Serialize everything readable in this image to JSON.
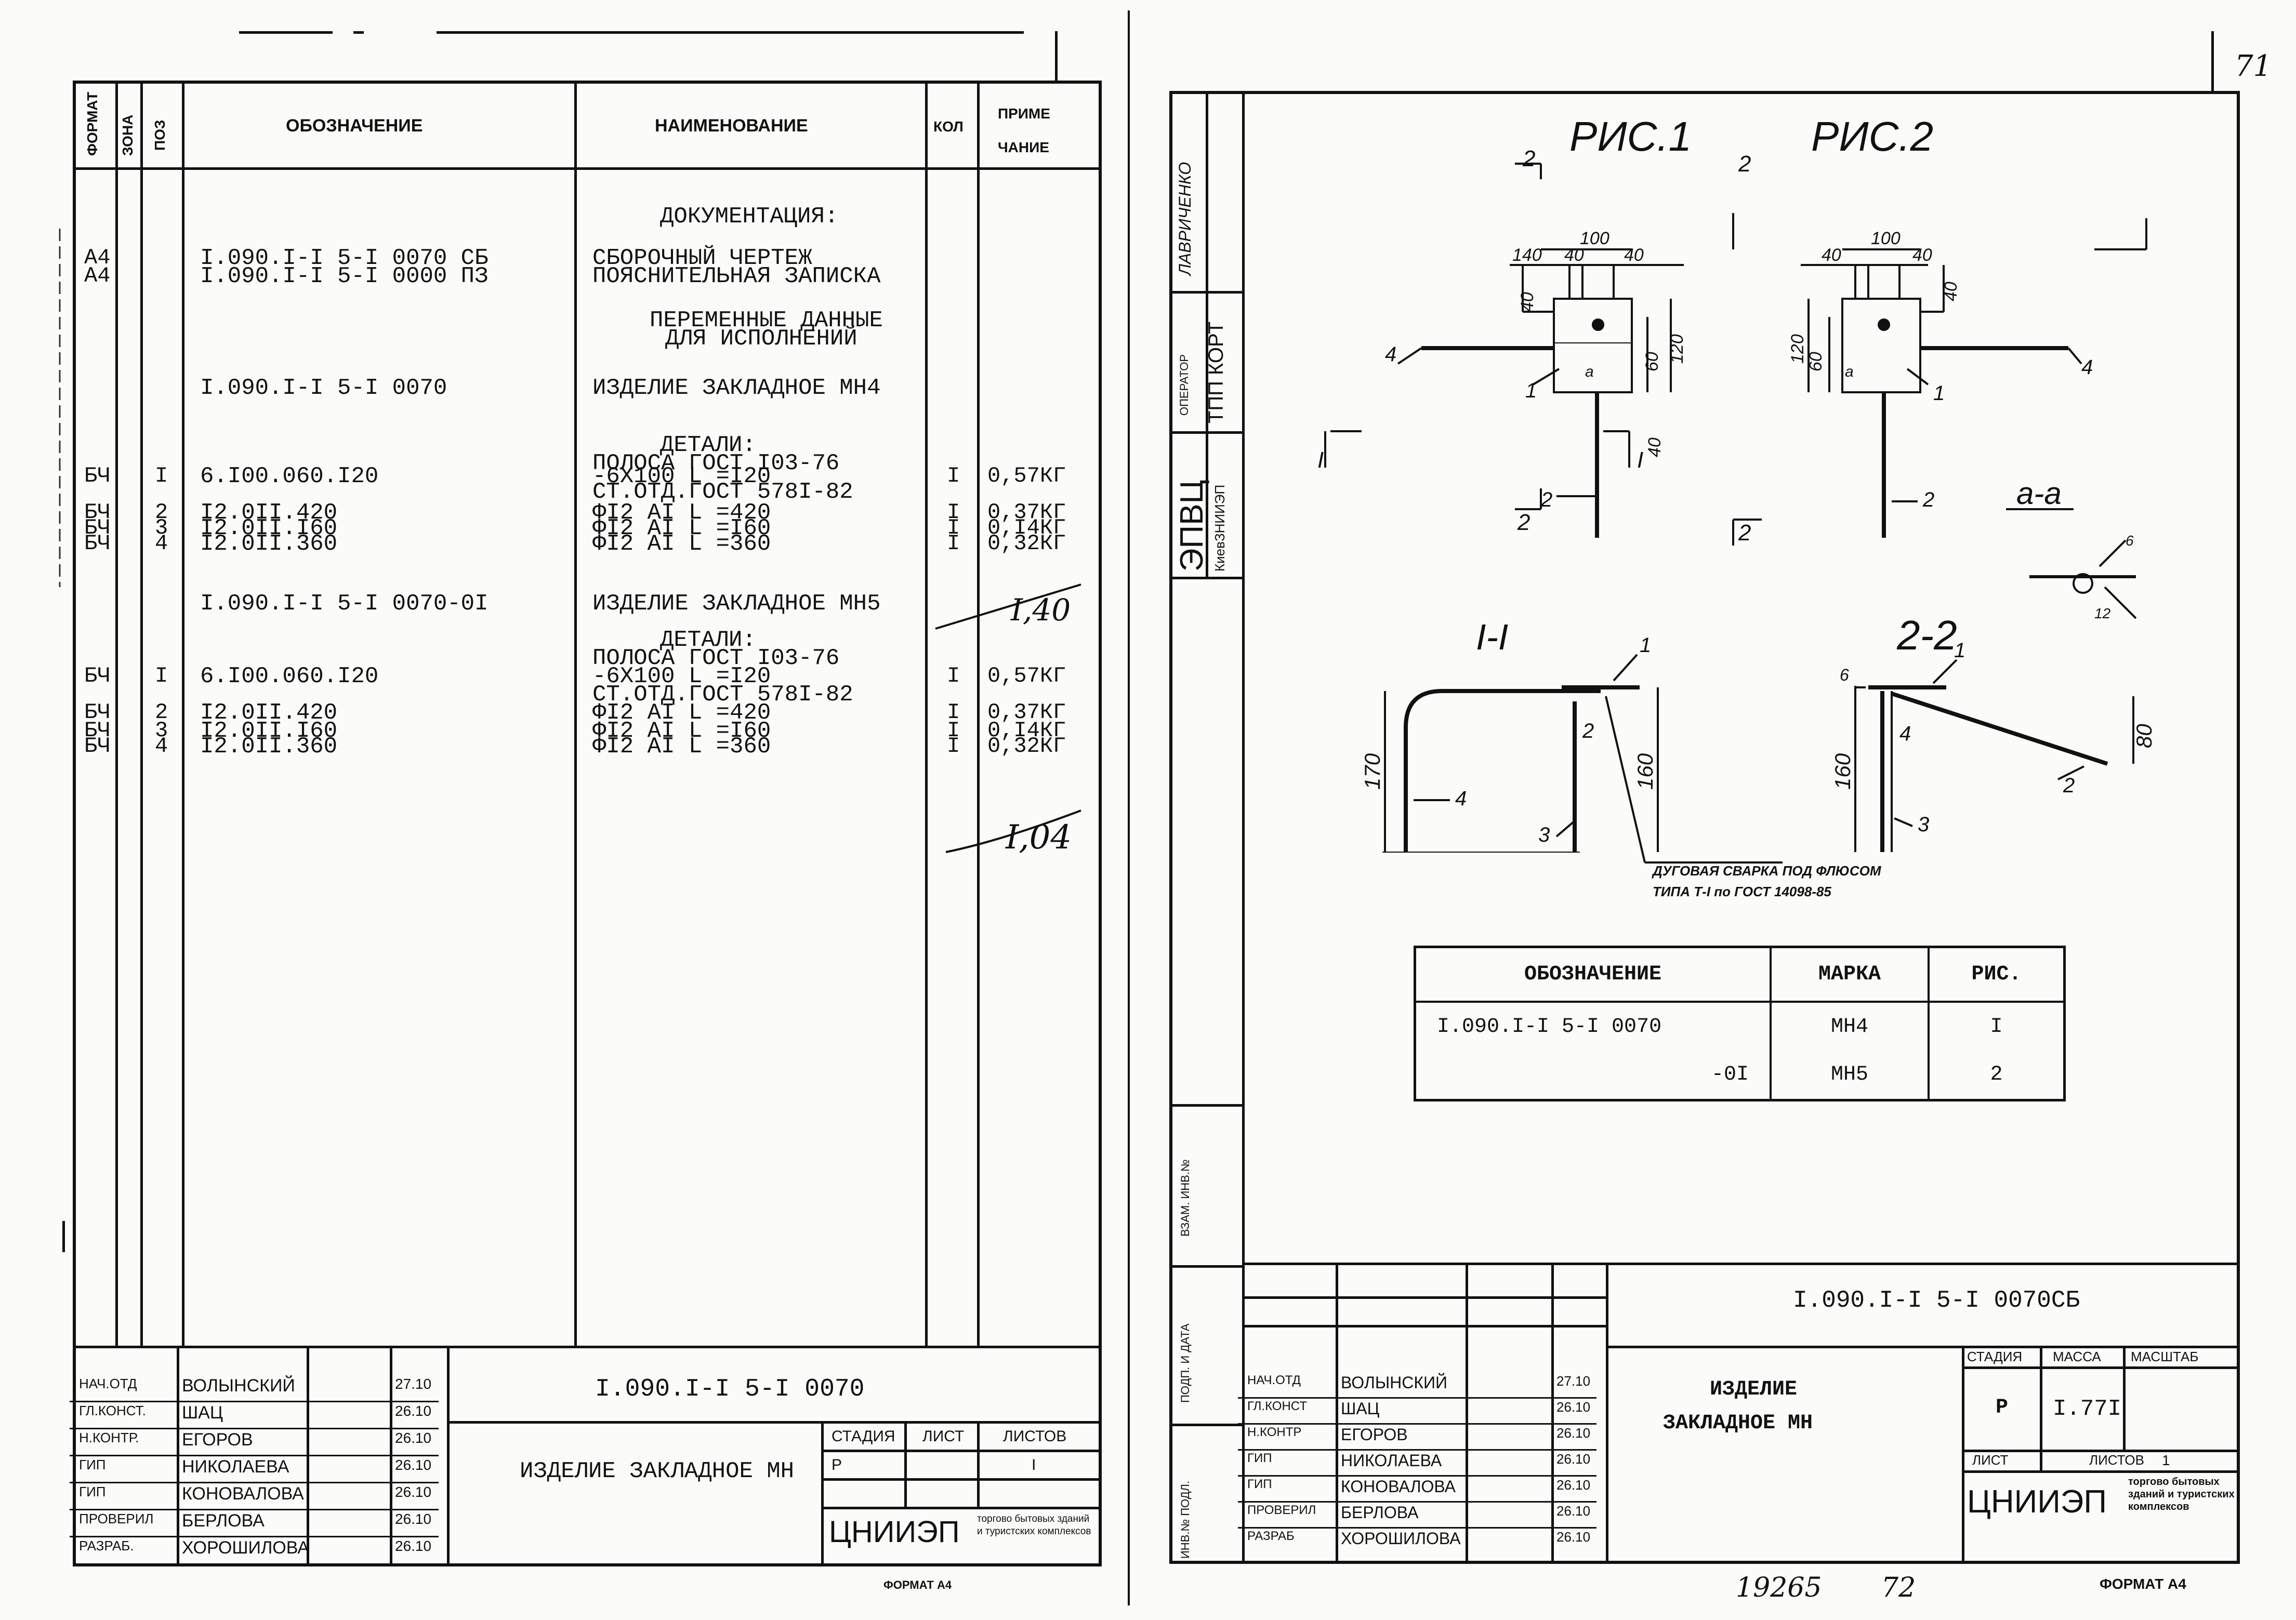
{
  "page_number": "71",
  "footer": {
    "archive_number": "19265",
    "sheet_number": "72",
    "format_left": "ФОРМАТ А4",
    "format_right": "ФОРМАТ А4"
  },
  "spec": {
    "columns": {
      "format": "ФОРМАТ",
      "zone": "ЗОНА",
      "pos": "ПОЗ",
      "designation": "ОБОЗНАЧЕНИЕ",
      "name": "НАИМЕНОВАНИЕ",
      "qty": "КОЛ",
      "note1": "ПРИМЕ",
      "note2": "ЧАНИЕ"
    },
    "rows": [
      {
        "format": "",
        "pos": "",
        "designation": "",
        "name": "ДОКУМЕНТАЦИЯ:",
        "qty": "",
        "note": ""
      },
      {
        "format": "А4",
        "pos": "",
        "designation": "I.090.I-I 5-I 0070 СБ",
        "name": "СБОРОЧНЫЙ ЧЕРТЕЖ",
        "qty": "",
        "note": ""
      },
      {
        "format": "А4",
        "pos": "",
        "designation": "I.090.I-I 5-I 0000 ПЗ",
        "name": "ПОЯСНИТЕЛЬНАЯ ЗАПИСКА",
        "qty": "",
        "note": ""
      },
      {
        "format": "",
        "pos": "",
        "designation": "",
        "name": "ПЕРЕМЕННЫЕ ДАННЫЕ",
        "qty": "",
        "note": ""
      },
      {
        "format": "",
        "pos": "",
        "designation": "",
        "name": "ДЛЯ ИСПОЛНЕНИЙ",
        "qty": "",
        "note": ""
      },
      {
        "format": "",
        "pos": "",
        "designation": "I.090.I-I 5-I 0070",
        "name": "ИЗДЕЛИЕ ЗАКЛАДНОЕ МН4",
        "qty": "",
        "note": ""
      },
      {
        "format": "",
        "pos": "",
        "designation": "",
        "name": "ДЕТАЛИ:",
        "qty": "",
        "note": ""
      },
      {
        "format": "",
        "pos": "",
        "designation": "",
        "name": "ПОЛОСА ГОСТ I03-76",
        "qty": "",
        "note": ""
      },
      {
        "format": "БЧ",
        "pos": "I",
        "designation": "6.I00.060.I20",
        "name": "-6X100 L =I20",
        "qty": "I",
        "note": "0,57КГ"
      },
      {
        "format": "",
        "pos": "",
        "designation": "",
        "name": "СТ.ОТД.ГОСТ 578I-82",
        "qty": "",
        "note": ""
      },
      {
        "format": "БЧ",
        "pos": "2",
        "designation": "I2.0II.420",
        "name": "ФI2 AI  L =420",
        "qty": "I",
        "note": "0,37КГ"
      },
      {
        "format": "БЧ",
        "pos": "3",
        "designation": "I2.0II.I60",
        "name": "ФI2 AI  L =I60",
        "qty": "I",
        "note": "0,I4КГ"
      },
      {
        "format": "БЧ",
        "pos": "4",
        "designation": "I2.0II.360",
        "name": "ФI2 AI  L =360",
        "qty": "I",
        "note": "0,32КГ"
      },
      {
        "format": "",
        "pos": "",
        "designation": "I.090.I-I 5-I 0070-0I",
        "name": "ИЗДЕЛИЕ ЗАКЛАДНОЕ МН5",
        "qty": "",
        "note": ""
      },
      {
        "format": "",
        "pos": "",
        "designation": "",
        "name": "ДЕТАЛИ:",
        "qty": "",
        "note": ""
      },
      {
        "format": "",
        "pos": "",
        "designation": "",
        "name": "ПОЛОСА ГОСТ I03-76",
        "qty": "",
        "note": ""
      },
      {
        "format": "БЧ",
        "pos": "I",
        "designation": "6.I00.060.I20",
        "name": "-6X100 L =I20",
        "qty": "I",
        "note": "0,57КГ"
      },
      {
        "format": "",
        "pos": "",
        "designation": "",
        "name": "СТ.ОТД.ГОСТ 578I-82",
        "qty": "",
        "note": ""
      },
      {
        "format": "БЧ",
        "pos": "2",
        "designation": "I2.0II.420",
        "name": "ФI2 AI  L =420",
        "qty": "I",
        "note": "0,37КГ"
      },
      {
        "format": "БЧ",
        "pos": "3",
        "designation": "I2.0II.I60",
        "name": "ФI2 AI  L =I60",
        "qty": "I",
        "note": "0,I4КГ"
      },
      {
        "format": "БЧ",
        "pos": "4",
        "designation": "I2.0II.360",
        "name": "ФI2 AI  L =360",
        "qty": "I",
        "note": "0,32КГ"
      }
    ],
    "totals": [
      "I,40",
      "I,04"
    ]
  },
  "left_title_block": {
    "designation": "I.090.I-I 5-I 0070",
    "title": "ИЗДЕЛИЕ ЗАКЛАДНОЕ МН",
    "stage_label": "СТАДИЯ",
    "sheet_label": "ЛИСТ",
    "sheets_label": "ЛИСТОВ",
    "stage": "Р",
    "sheet": "",
    "sheets": "I",
    "org": "ЦНИИЭП",
    "org_note": "торгово бытовых зданий и туристских комплексов",
    "roles": [
      {
        "role": "НАЧ.ОТД",
        "name": "ВОЛЫНСКИЙ",
        "date": "27.10"
      },
      {
        "role": "ГЛ.КОНСТ.",
        "name": "ШАЦ",
        "date": "26.10"
      },
      {
        "role": "Н.КОНТР.",
        "name": "ЕГОРОВ",
        "date": "26.10"
      },
      {
        "role": "ГИП",
        "name": "НИКОЛАЕВА",
        "date": "26.10"
      },
      {
        "role": "ГИП",
        "name": "КОНОВАЛОВА",
        "date": "26.10"
      },
      {
        "role": "ПРОВЕРИЛ",
        "name": "БЕРЛОВА",
        "date": "26.10"
      },
      {
        "role": "РАЗРАБ.",
        "name": "ХОРОШИЛОВА",
        "date": "26.10"
      }
    ]
  },
  "side_stamp": {
    "operator_label": "ОПЕРАТОР",
    "operator": "ТПП КОРТ",
    "performer": "ЛАВРИЧЕНКО",
    "dept": "ЭПВЦ",
    "dept_sub": "КиевЗНИИЭП",
    "field1": "ВЗАМ. ИНВ.№",
    "field2": "ПОДП. И ДАТА",
    "field3": "ИНВ.№ ПОДЛ."
  },
  "drawing": {
    "fig1": "РИС.1",
    "fig2": "РИС.2",
    "section_aa": "а-а",
    "section_11": "I-I",
    "section_22": "2-2",
    "section_mark1": "I",
    "section_mark2": "2",
    "mark_a": "а",
    "dims": {
      "d100": "100",
      "d40": "40",
      "d140": "140",
      "d60": "60",
      "d120": "120",
      "d170": "170",
      "d160": "160",
      "d80": "80",
      "d6": "6",
      "d12": "12"
    },
    "pos_labels": [
      "1",
      "2",
      "3",
      "4"
    ],
    "weld_note_1": "ДУГОВАЯ СВАРКА ПОД ФЛЮСОМ",
    "weld_note_2": "ТИПА Т-I по ГОСТ 14098-85"
  },
  "variants": {
    "headers": [
      "ОБОЗНАЧЕНИЕ",
      "МАРКА",
      "РИС."
    ],
    "rows": [
      [
        "I.090.I-I 5-I 0070",
        "МН4",
        "I"
      ],
      [
        "-0I",
        "МН5",
        "2"
      ]
    ]
  },
  "right_title_block": {
    "designation": "I.090.I-I 5-I 0070СБ",
    "title_line1": "ИЗДЕЛИЕ",
    "title_line2": "ЗАКЛАДНОЕ МН",
    "stage_label": "СТАДИЯ",
    "mass_label": "МАССА",
    "scale_label": "МАСШТАБ",
    "stage": "Р",
    "mass": "I.77I",
    "scale": "",
    "sheet_label": "ЛИСТ",
    "sheets_label": "ЛИСТОВ",
    "sheets": "1",
    "org": "ЦНИИЭП",
    "org_note": "торгово бытовых зданий и туристских комплексов",
    "roles": [
      {
        "role": "НАЧ.ОТД",
        "name": "ВОЛЫНСКИЙ",
        "date": "27.10"
      },
      {
        "role": "ГЛ.КОНСТ",
        "name": "ШАЦ",
        "date": "26.10"
      },
      {
        "role": "Н.КОНТР",
        "name": "ЕГОРОВ",
        "date": "26.10"
      },
      {
        "role": "ГИП",
        "name": "НИКОЛАЕВА",
        "date": "26.10"
      },
      {
        "role": "ГИП",
        "name": "КОНОВАЛОВА",
        "date": "26.10"
      },
      {
        "role": "ПРОВЕРИЛ",
        "name": "БЕРЛОВА",
        "date": "26.10"
      },
      {
        "role": "РАЗРАБ",
        "name": "ХОРОШИЛОВА",
        "date": "26.10"
      }
    ]
  }
}
